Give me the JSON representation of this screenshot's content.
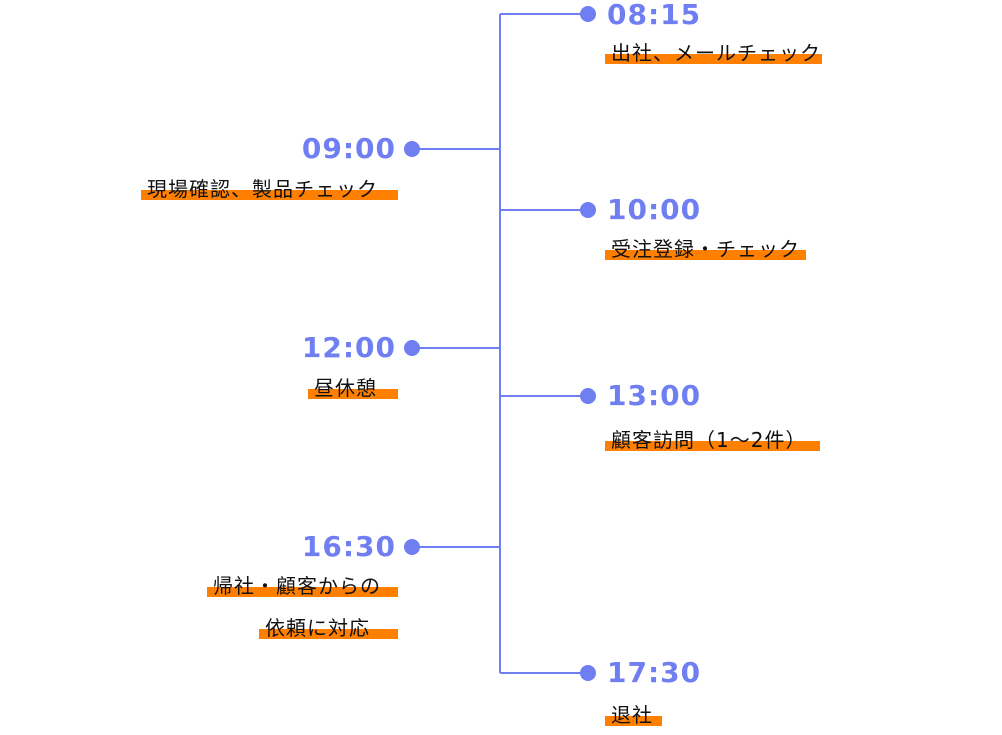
{
  "colors": {
    "accent": "#6f7ff2",
    "highlight": "#ff7f00",
    "text": "#111111"
  },
  "timeline": {
    "right_events": [
      {
        "time": "08:15",
        "label": "出社、メールチェック"
      },
      {
        "time": "10:00",
        "label": "受注登録・チェック"
      },
      {
        "time": "13:00",
        "label": "顧客訪問（1～2件）"
      },
      {
        "time": "17:30",
        "label": "退社"
      }
    ],
    "left_events": [
      {
        "time": "09:00",
        "label": "現場確認、製品チェック"
      },
      {
        "time": "12:00",
        "label": "昼休憩"
      },
      {
        "time": "16:30",
        "label_lines": [
          "帰社・顧客からの",
          "依頼に対応"
        ]
      }
    ]
  }
}
